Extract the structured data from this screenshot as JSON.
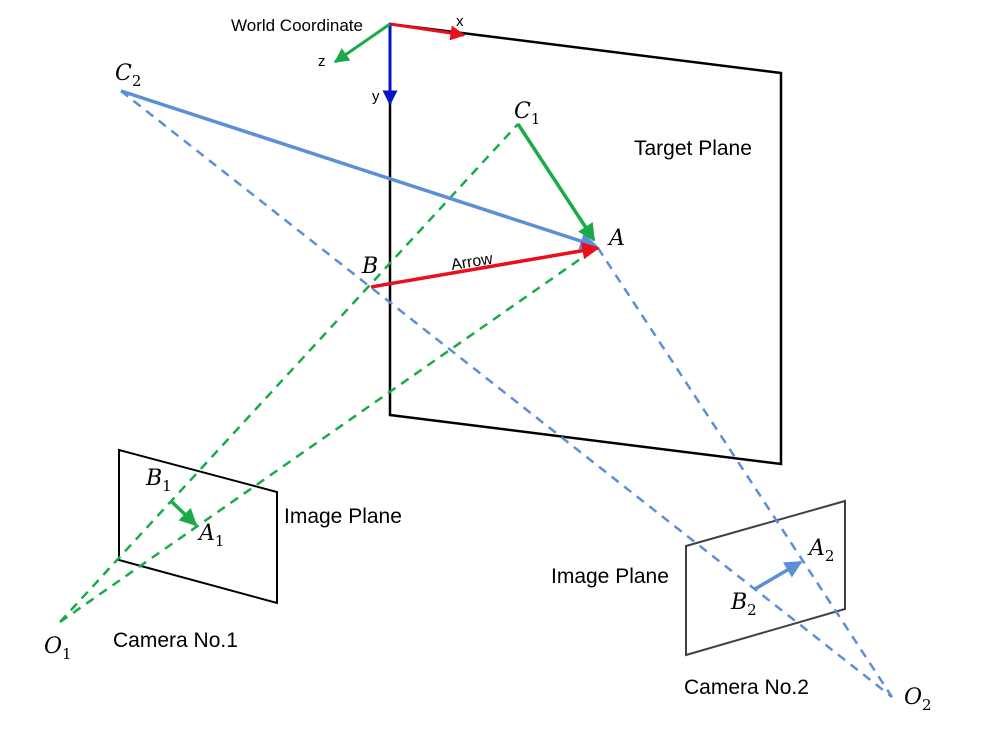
{
  "labels": {
    "world_coordinate": "World Coordinate",
    "axis_x": "x",
    "axis_y": "y",
    "axis_z": "z",
    "target_plane": "Target Plane",
    "arrow": "Arrow",
    "image_plane_1": "Image Plane",
    "image_plane_2": "Image Plane",
    "camera_1": "Camera No.1",
    "camera_2": "Camera No.2"
  },
  "points": {
    "C2": {
      "base": "C",
      "sub": "2"
    },
    "C1": {
      "base": "C",
      "sub": "1"
    },
    "A": {
      "base": "A",
      "sub": ""
    },
    "B": {
      "base": "B",
      "sub": ""
    },
    "B1": {
      "base": "B",
      "sub": "1"
    },
    "A1": {
      "base": "A",
      "sub": "1"
    },
    "A2": {
      "base": "A",
      "sub": "2"
    },
    "B2": {
      "base": "B",
      "sub": "2"
    },
    "O1": {
      "base": "O",
      "sub": "1"
    },
    "O2": {
      "base": "O",
      "sub": "2"
    }
  },
  "colors": {
    "red": "#e8101c",
    "green": "#1aaa4a",
    "blue": "#5b8fd6",
    "dark_blue": "#0a14c4",
    "black": "#000000",
    "gray": "#404040"
  }
}
